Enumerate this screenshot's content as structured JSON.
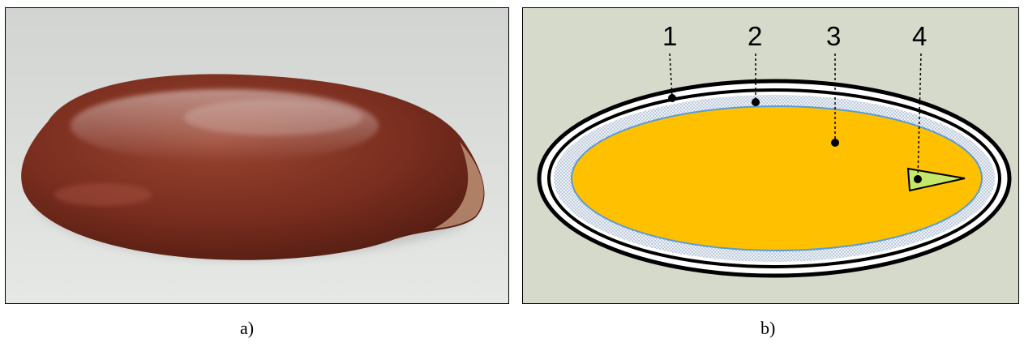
{
  "captions": {
    "a": "a)",
    "b": "b)"
  },
  "labels": [
    "1",
    "2",
    "3",
    "4"
  ],
  "colors": {
    "diagram_background": "#d6dacb",
    "embryo_fill": "#ffc000",
    "endosperm_border": "#5b9bd5",
    "seed_coat": "#000000",
    "germ": "#c5e86c",
    "seed_photo": "#7a2e1f"
  }
}
